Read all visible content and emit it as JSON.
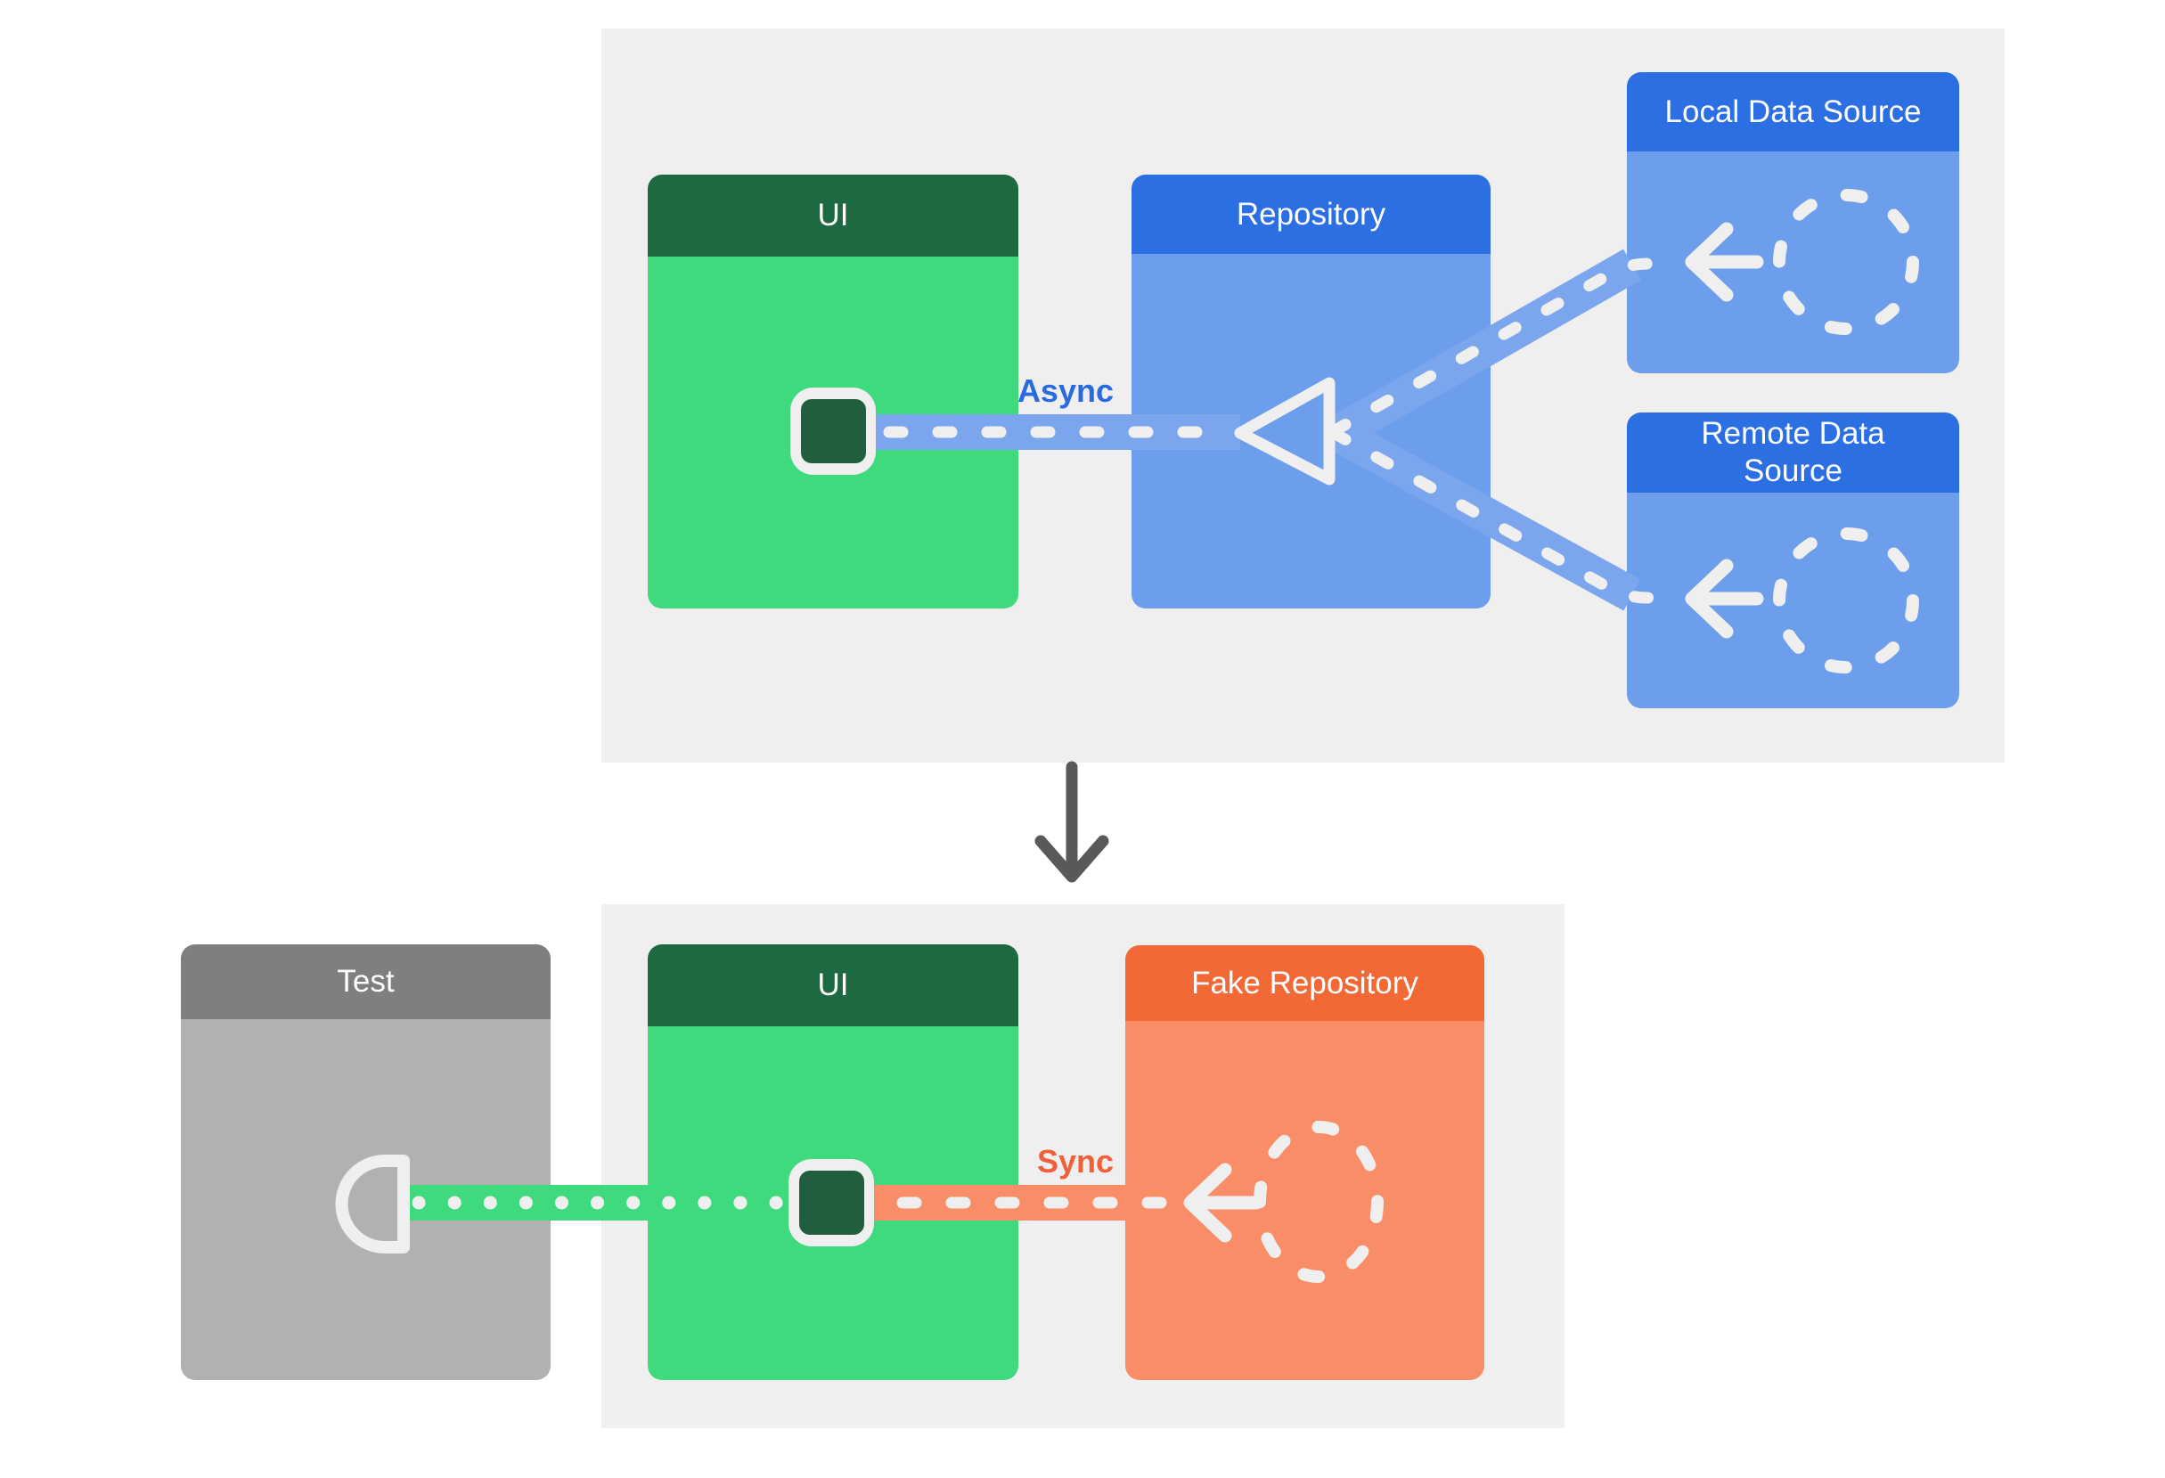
{
  "diagram": {
    "title_hint": "repository-testing-architecture-diagram",
    "top_flow": {
      "ui": {
        "label": "UI"
      },
      "repository": {
        "label": "Repository"
      },
      "local_data_source": {
        "label": "Local Data Source"
      },
      "remote_data_source": {
        "label": "Remote Data Source"
      },
      "connection_label": "Async"
    },
    "transition": {
      "icon": "down-arrow-icon"
    },
    "bottom_flow": {
      "test": {
        "label": "Test"
      },
      "ui": {
        "label": "UI"
      },
      "fake_repository": {
        "label": "Fake Repository"
      },
      "connection_label": "Sync"
    },
    "icons": {
      "data_source_marker": "dashed-circle-icon",
      "flow_direction": "left-arrow-icon",
      "merge_point": "triangle-merge-icon",
      "ui_component": "rounded-square-icon",
      "test_probe": "socket-d-icon",
      "section_transition": "down-arrow-icon"
    },
    "colors": {
      "panel_background": "#efefef",
      "green_header": "#1d6a41",
      "green_body": "#3fda7e",
      "blue_header": "#2b6fe2",
      "blue_body": "#6d9eeb",
      "blue_band": "#7ba6ee",
      "orange_header": "#f26936",
      "orange_body": "#f88d67",
      "gray_header": "#7f7f7f",
      "gray_body": "#b1b1b1",
      "dash_white": "#efefef",
      "async_text": "#2a6ae0",
      "sync_text": "#f0603a",
      "transition_arrow": "#58595b"
    }
  }
}
